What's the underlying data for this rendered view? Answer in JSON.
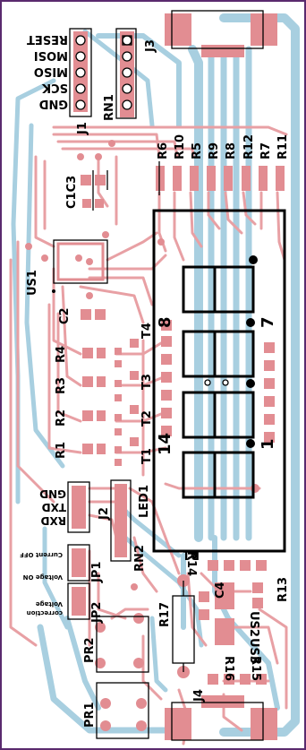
{
  "colors": {
    "background": "#ffffff",
    "border": "#5a2a6e",
    "copper_top": "#e8a0a4",
    "copper_bottom": "#a8cfe0",
    "pad": "#e28d92",
    "silk": "#000000"
  },
  "connectors": {
    "j1": "J1",
    "j3": "J3",
    "j2": "J2",
    "j4": "J4",
    "jp1": "JP1",
    "jp2": "JP2"
  },
  "j1_pins": [
    "RESET",
    "MOSI",
    "MISO",
    "SCK",
    "GND"
  ],
  "j2_pins": [
    "GND",
    "TXD",
    "RXD"
  ],
  "jp1_text": {
    "top": "Current OFF",
    "bottom": "Voltage ON"
  },
  "jp2_text": {
    "top": "Voltage",
    "bottom": "correction"
  },
  "resistors_top": [
    "R6",
    "R10",
    "R5",
    "R9",
    "R8",
    "R12",
    "R7",
    "R11"
  ],
  "resistors_left": [
    "R4",
    "R3",
    "R2",
    "R1"
  ],
  "transistors": [
    "T4",
    "T3",
    "T2",
    "T1"
  ],
  "parts": {
    "rn1": "RN1",
    "rn2": "RN2",
    "c1c3": "C1C3",
    "c2": "C2",
    "c4": "C4",
    "us1": "US1",
    "us2": "US2",
    "us3": "US3",
    "led1": "LED1",
    "pr1": "PR1",
    "pr2": "PR2",
    "r1": "R1",
    "r13": "R13",
    "r14": "R14",
    "r15": "R15",
    "r16": "R16",
    "r17": "R17"
  },
  "display_pins": {
    "p8": "8",
    "p7": "7",
    "p14": "14",
    "p1": "1"
  }
}
